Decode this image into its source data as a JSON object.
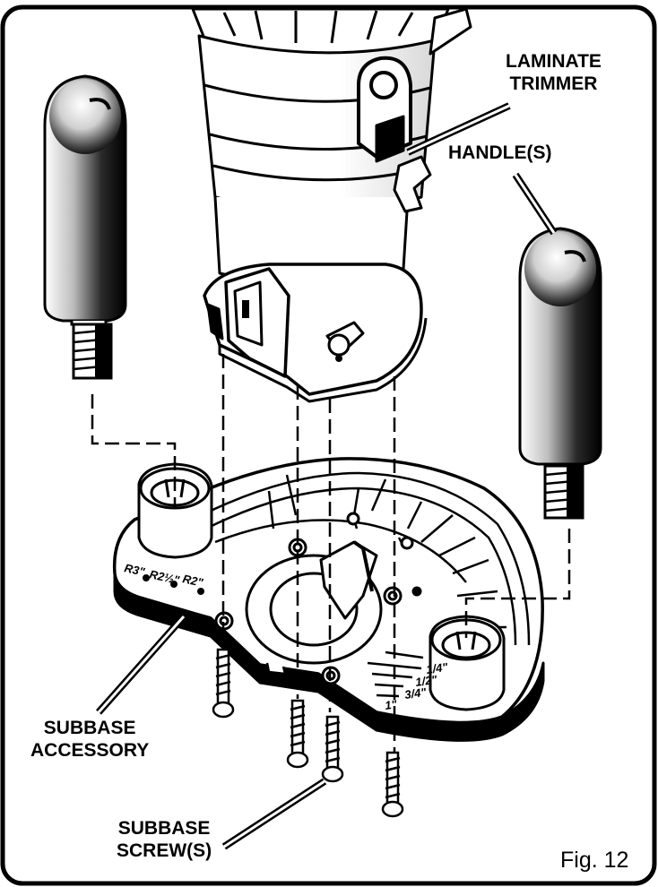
{
  "labels": {
    "laminate_trimmer": [
      "LAMINATE",
      "TRIMMER"
    ],
    "handles": "HANDLE(S)",
    "subbase_accessory": [
      "SUBBASE",
      "ACCESSORY"
    ],
    "subbase_screws": [
      "SUBBASE",
      "SCREW(S)"
    ],
    "figure": "Fig. 12"
  },
  "radius_marks": {
    "left": [
      "R3\"",
      "R2½\"",
      "R2\""
    ],
    "right": [
      "1/4\"",
      "1/2\"",
      "3/4\"",
      "1\""
    ]
  }
}
